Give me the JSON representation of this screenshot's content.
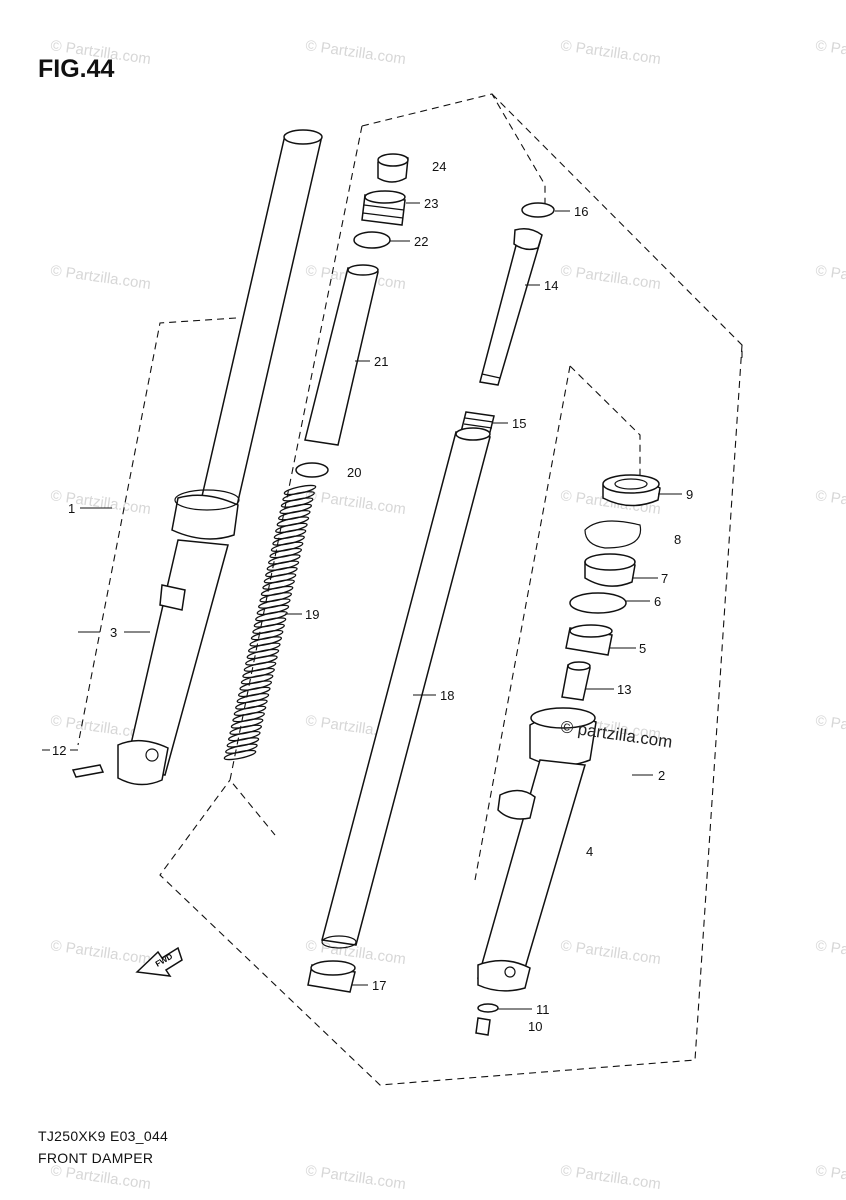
{
  "figure": {
    "title": "FIG.44",
    "code": "TJ250XK9 E03_044",
    "description": "FRONT DAMPER"
  },
  "watermark": {
    "text": "© Partzilla.com",
    "overlay_text": "© partzilla.com"
  },
  "callouts": [
    {
      "id": "1",
      "label": "1"
    },
    {
      "id": "2",
      "label": "2"
    },
    {
      "id": "3",
      "label": "3"
    },
    {
      "id": "4",
      "label": "4"
    },
    {
      "id": "5",
      "label": "5"
    },
    {
      "id": "6",
      "label": "6"
    },
    {
      "id": "7",
      "label": "7"
    },
    {
      "id": "8",
      "label": "8"
    },
    {
      "id": "9",
      "label": "9"
    },
    {
      "id": "10",
      "label": "10"
    },
    {
      "id": "11",
      "label": "11"
    },
    {
      "id": "12",
      "label": "12"
    },
    {
      "id": "13",
      "label": "13"
    },
    {
      "id": "14",
      "label": "14"
    },
    {
      "id": "15",
      "label": "15"
    },
    {
      "id": "16",
      "label": "16"
    },
    {
      "id": "17",
      "label": "17"
    },
    {
      "id": "18",
      "label": "18"
    },
    {
      "id": "19",
      "label": "19"
    },
    {
      "id": "20",
      "label": "20"
    },
    {
      "id": "21",
      "label": "21"
    },
    {
      "id": "22",
      "label": "22"
    },
    {
      "id": "23",
      "label": "23"
    },
    {
      "id": "24",
      "label": "24"
    }
  ],
  "fwd_arrow": {
    "label": "FWD"
  }
}
